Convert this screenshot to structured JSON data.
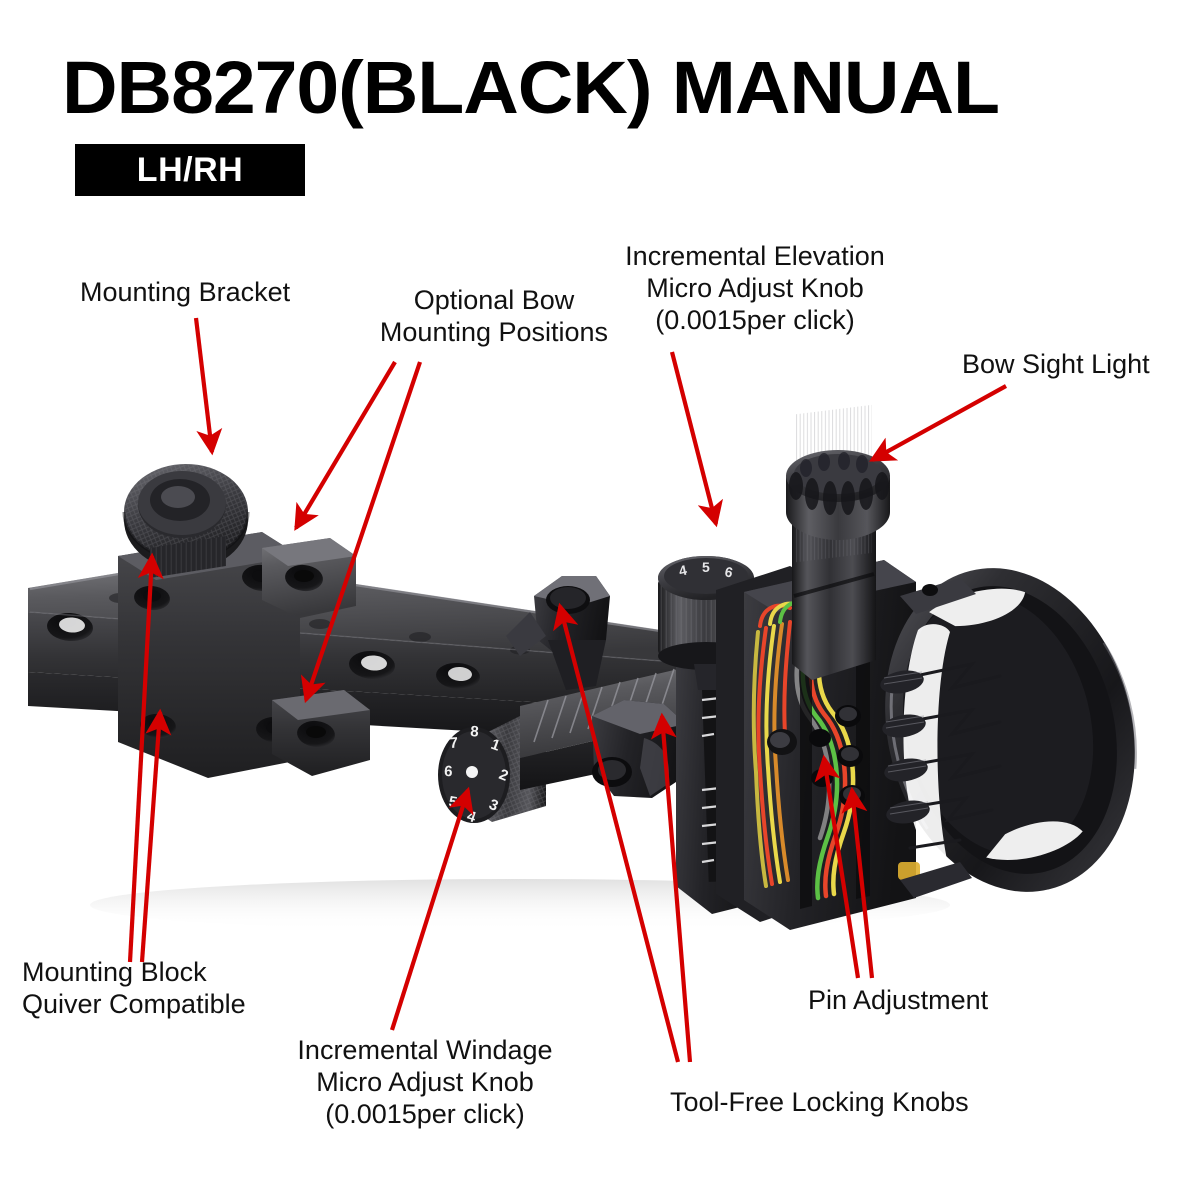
{
  "header": {
    "title": "DB8270(BLACK) MANUAL",
    "badge": "LH/RH"
  },
  "colors": {
    "arrow": "#d40000",
    "text": "#111111",
    "badge_bg": "#000000",
    "badge_fg": "#ffffff",
    "background": "#ffffff",
    "body_dark": "#2e2e30",
    "body_mid": "#47474a",
    "body_light": "#6e6e72",
    "fiber_red": "#e8452a",
    "fiber_yellow": "#e9d84a",
    "fiber_green": "#5cc145"
  },
  "callouts": [
    {
      "id": "mounting-bracket",
      "lines": [
        "Mounting Bracket"
      ]
    },
    {
      "id": "optional-bow-mounting-positions",
      "lines": [
        "Optional Bow",
        "Mounting Positions"
      ]
    },
    {
      "id": "incremental-elevation-knob",
      "lines": [
        "Incremental Elevation",
        "Micro Adjust Knob",
        "(0.0015per click)"
      ]
    },
    {
      "id": "bow-sight-light",
      "lines": [
        "Bow Sight Light"
      ]
    },
    {
      "id": "mounting-block",
      "lines": [
        "Mounting Block",
        "Quiver Compatible"
      ]
    },
    {
      "id": "incremental-windage-knob",
      "lines": [
        "Incremental Windage",
        "Micro Adjust Knob",
        "(0.0015per click)"
      ]
    },
    {
      "id": "tool-free-locking-knobs",
      "lines": [
        "Tool-Free Locking Knobs"
      ]
    },
    {
      "id": "pin-adjustment",
      "lines": [
        "Pin Adjustment"
      ]
    }
  ],
  "product": {
    "windage_dial_numbers": [
      "1",
      "2",
      "3",
      "4",
      "5",
      "6",
      "7",
      "8"
    ],
    "elevation_dial_numbers": [
      "4",
      "5",
      "6"
    ],
    "pin_count": 5
  }
}
